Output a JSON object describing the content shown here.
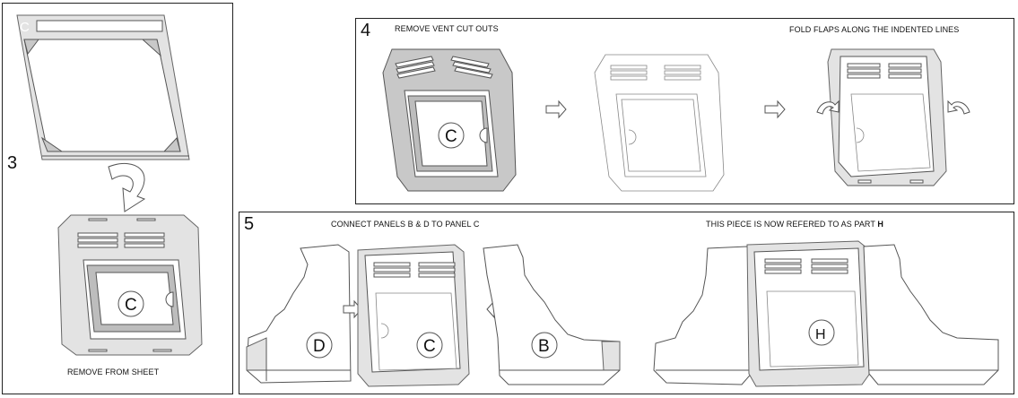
{
  "steps": {
    "s3": {
      "number": "3",
      "caption": "REMOVE FROM SHEET",
      "sheet_letter": "C",
      "part_letter": "C"
    },
    "s4": {
      "number": "4",
      "caption_left": "REMOVE VENT CUT OUTS",
      "caption_right": "FOLD FLAPS ALONG THE INDENTED LINES",
      "part_letter": "C"
    },
    "s5": {
      "number": "5",
      "caption_left": "CONNECT PANELS B & D TO PANEL C",
      "caption_right_prefix": "THIS PIECE IS NOW REFERED TO AS PART ",
      "caption_right_bold": "H",
      "panel_d": "D",
      "panel_c": "C",
      "panel_b": "B",
      "part_h": "H"
    }
  },
  "icons": [
    "arrow-right-icon",
    "curved-arrow-down-icon",
    "fold-arrow-icon"
  ]
}
